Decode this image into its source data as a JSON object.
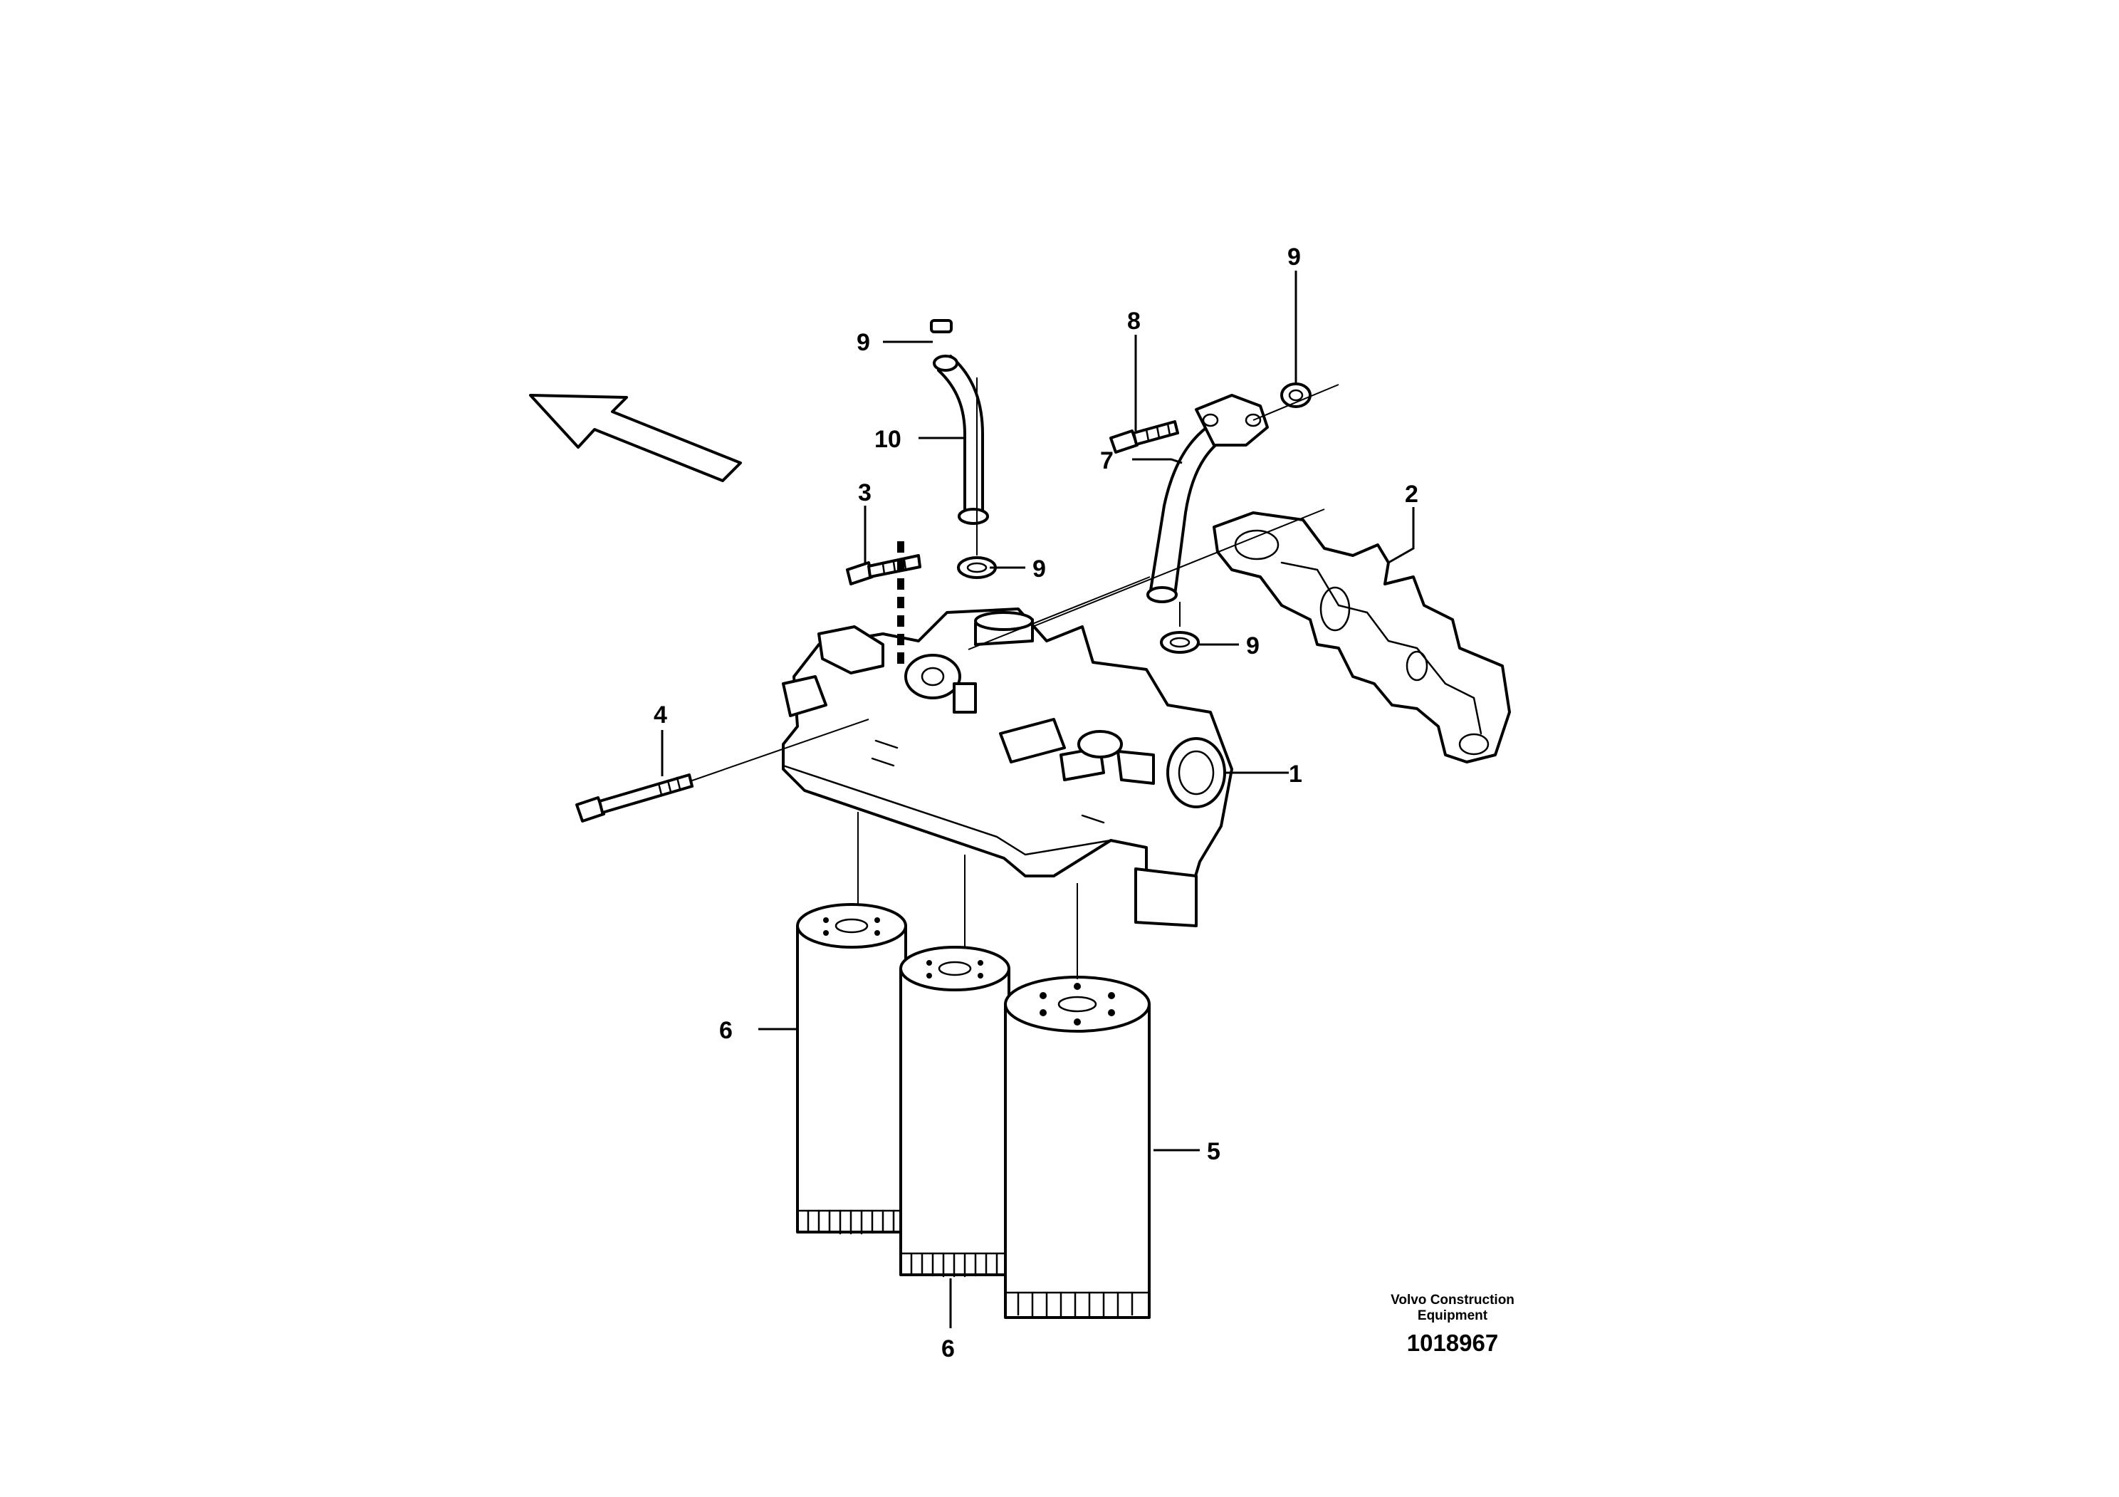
{
  "diagram": {
    "part_numbers": {
      "housing": "1",
      "gasket": "2",
      "screw_small": "3",
      "screw_long": "4",
      "filter_front": "5",
      "filter_left": "6",
      "filter_middle": "6",
      "pipe_right": "7",
      "screw_flange": "8",
      "seal_top_left": "9",
      "seal_top_right": "9",
      "seal_mid_left": "9",
      "seal_mid_right": "9",
      "pipe_left": "10"
    }
  },
  "footer": {
    "publisher": "Volvo Construction\nEquipment",
    "drawing_number": "1018967"
  },
  "colors": {
    "ink": "#000000",
    "paper": "#ffffff"
  }
}
